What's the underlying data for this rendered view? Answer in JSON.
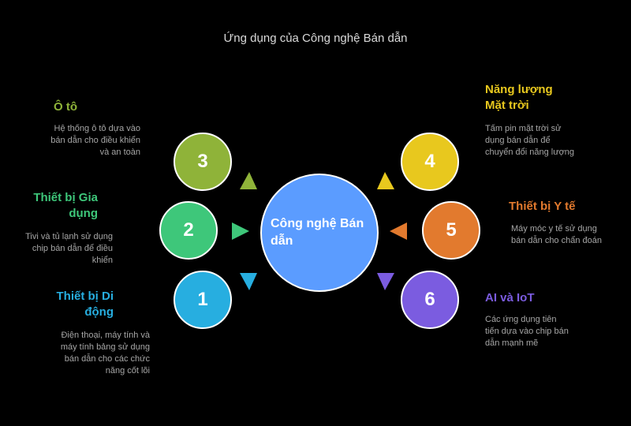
{
  "title": "Ứng dụng của Công nghệ Bán dẫn",
  "center": {
    "label": "Công nghệ Bán dẫn",
    "color": "#5b9cff"
  },
  "items": [
    {
      "number": "1",
      "heading": "Thiết bị Di động",
      "desc": "Điện thoại, máy tính và máy tính bảng sử dụng bán dẫn cho các chức năng cốt lõi",
      "color": "#27aee0"
    },
    {
      "number": "2",
      "heading": "Thiết bị Gia dụng",
      "desc": "Tivi và tủ lạnh sử dụng chip bán dẫn để điều khiển",
      "color": "#3ec77a"
    },
    {
      "number": "3",
      "heading": "Ô tô",
      "desc": "Hệ thống ô tô dựa vào bán dẫn cho điều khiển và an toàn",
      "color": "#8fb339"
    },
    {
      "number": "4",
      "heading": "Năng lượng Mặt trời",
      "desc": "Tấm pin mặt trời sử dụng bán dẫn để chuyển đổi năng lượng",
      "color": "#e8c81e"
    },
    {
      "number": "5",
      "heading": "Thiết bị Y tế",
      "desc": "Máy móc y tế sử dụng bán dẫn cho chẩn đoán",
      "color": "#e27a2e"
    },
    {
      "number": "6",
      "heading": "AI và IoT",
      "desc": "Các ứng dụng tiên tiến dựa vào chip bán dẫn mạnh mẽ",
      "color": "#7b5ce0"
    }
  ]
}
